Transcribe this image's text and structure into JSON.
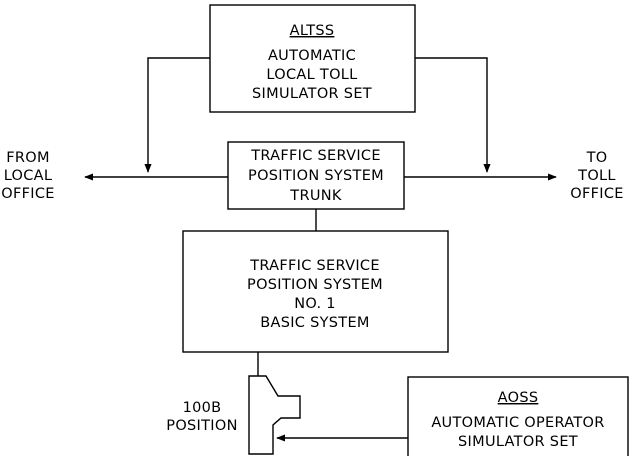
{
  "altss": {
    "title": "ALTSS",
    "lines": [
      "AUTOMATIC",
      "LOCAL TOLL",
      "SIMULATOR SET"
    ]
  },
  "trunk": {
    "lines": [
      "TRAFFIC SERVICE",
      "POSITION SYSTEM",
      "TRUNK"
    ]
  },
  "basic_system": {
    "lines": [
      "TRAFFIC SERVICE",
      "POSITION SYSTEM",
      "NO. 1",
      "BASIC SYSTEM"
    ]
  },
  "aoss": {
    "title": "AOSS",
    "lines": [
      "AUTOMATIC OPERATOR",
      "SIMULATOR SET"
    ]
  },
  "from_local_office": [
    "FROM",
    "LOCAL",
    "OFFICE"
  ],
  "to_toll_office": [
    "TO",
    "TOLL",
    "OFFICE"
  ],
  "position": [
    "100B",
    "POSITION"
  ]
}
